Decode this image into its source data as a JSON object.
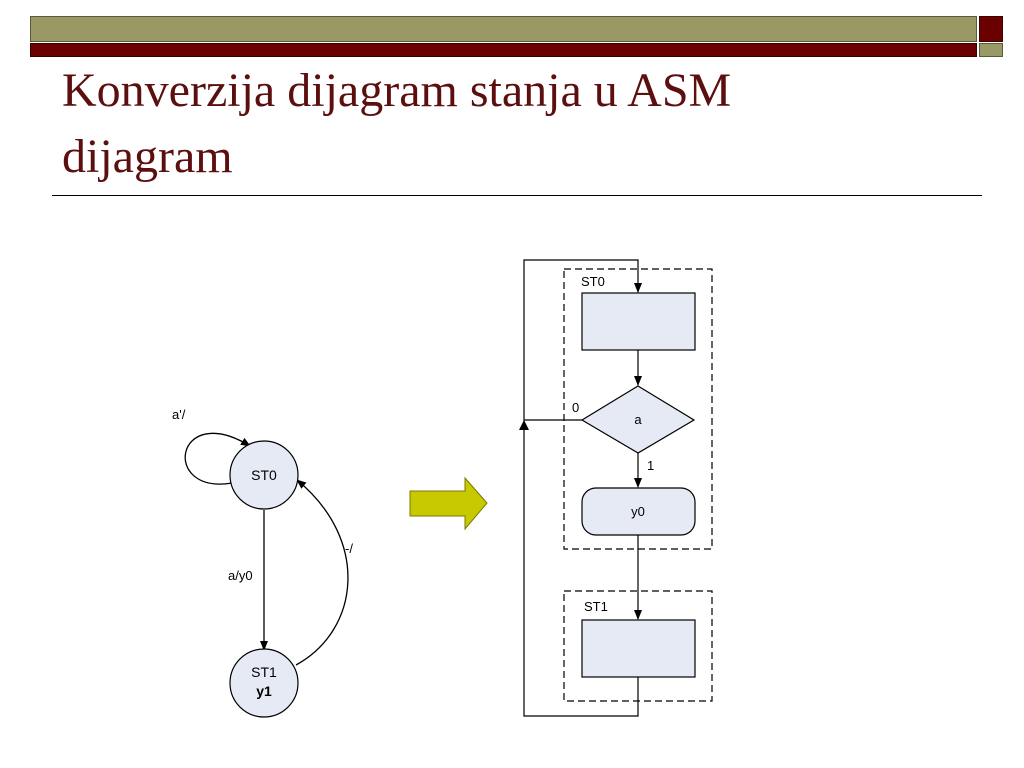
{
  "slide": {
    "title_line1": "Konverzija dijagram stanja u ASM",
    "title_line2": "dijagram"
  },
  "state_diagram": {
    "states": [
      {
        "name": "ST0",
        "output": ""
      },
      {
        "name": "ST1",
        "output": "y1"
      }
    ],
    "transitions": [
      {
        "from": "ST0",
        "to": "ST0",
        "label": "a'/"
      },
      {
        "from": "ST0",
        "to": "ST1",
        "label": "a/y0"
      },
      {
        "from": "ST1",
        "to": "ST0",
        "label": "-/"
      }
    ]
  },
  "asm_chart": {
    "blocks": [
      {
        "state": "ST0",
        "decision": "a",
        "branch_false": "0",
        "branch_true": "1",
        "conditional_output": "y0"
      },
      {
        "state": "ST1"
      }
    ]
  },
  "colors": {
    "bar_olive": "#999966",
    "bar_red": "#6b0000",
    "title": "#5c0f0f",
    "node_fill": "#e6eaf5",
    "arrow_fill": "#c8c800"
  }
}
